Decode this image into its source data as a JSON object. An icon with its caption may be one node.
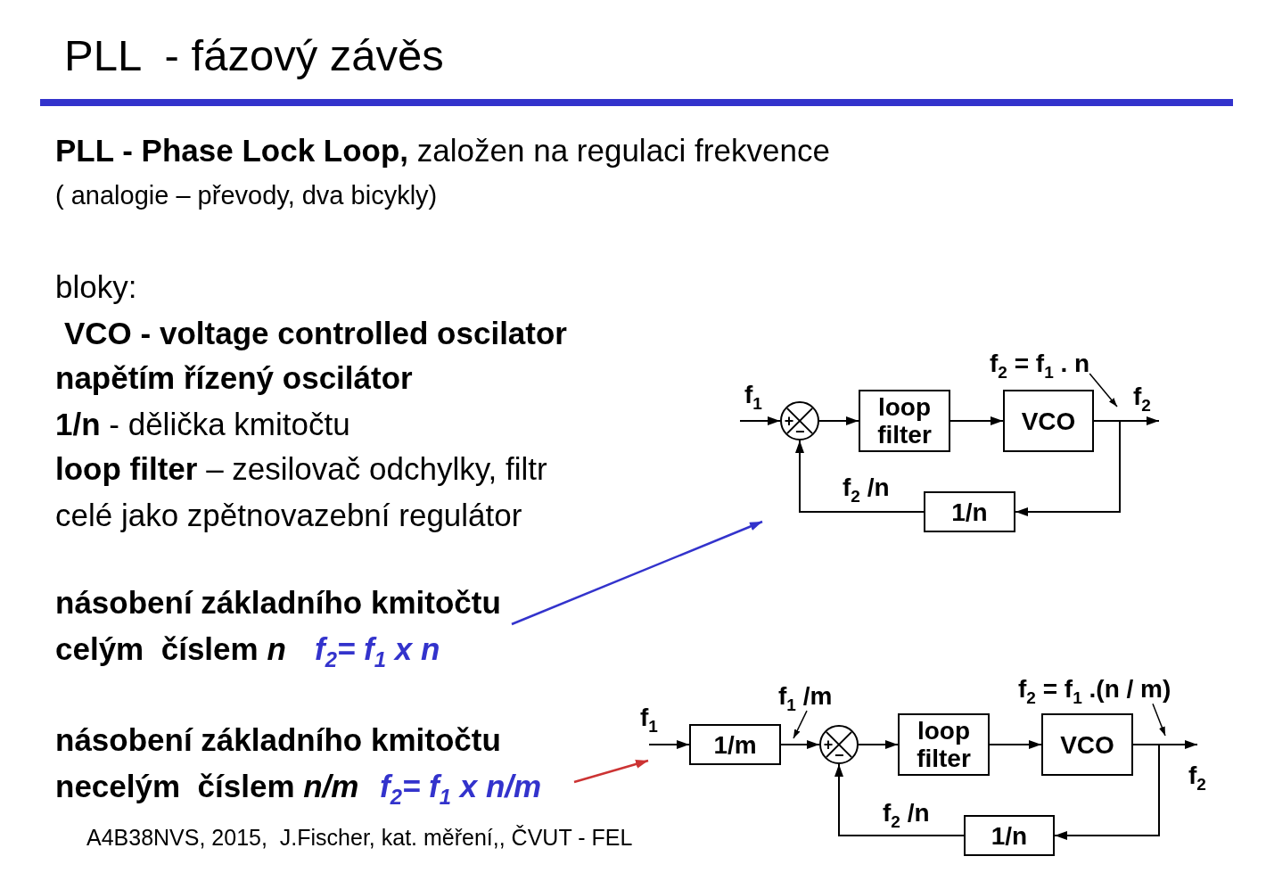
{
  "diagram": {
    "title": "PLL  - fázový závěs",
    "nodes": [
      {
        "text": [
          "+",
          "−"
        ]
      },
      {
        "text": [
          "loop filter"
        ]
      },
      {
        "text": [
          "VCO"
        ]
      },
      {
        "text": [
          "1/n"
        ]
      },
      {
        "text": [
          "f$_{2}$ = f$_{1}$ . n"
        ]
      },
      {
        "text": [
          "1/m"
        ]
      },
      {
        "text": [
          "+",
          "−"
        ]
      },
      {
        "text": [
          "loop filter"
        ]
      },
      {
        "text": [
          "VCO"
        ]
      },
      {
        "text": [
          "1/n"
        ]
      },
      {
        "text": [
          "f$_{1}$ /m"
        ]
      },
      {
        "text": [
          "f$_{2}$ = f$_{1}$ .(n / m)"
        ]
      },
      {
        "text": [
          "násobení základního kmitočtu",
          "celým  číslem *n*",
          "f$_{2}$= f$_{1}$ x n"
        ]
      },
      {
        "text": [
          "násobení základního kmitočtu",
          "necelým  číslem *n/m*",
          "f$_{2}$= f$_{1}$ x n/m"
        ]
      },
      {
        "text": [
          "f$_{2}$"
        ]
      },
      {
        "text": [
          "f$_{2}$"
        ]
      }
    ],
    "edges": [
      {
        "from": null,
        "to": 0,
        "arrow": "to"
      },
      {
        "from": 0,
        "to": 1,
        "arrow": "to"
      },
      {
        "from": 1,
        "to": 2,
        "arrow": "to"
      },
      {
        "from": 2,
        "to": 14,
        "arrow": "to"
      },
      {
        "from": 2,
        "to": 3,
        "arrow": "to"
      },
      {
        "from": 3,
        "to": 0,
        "arrow": "to"
      },
      {
        "from": 4,
        "to": 14,
        "arrow": "to"
      },
      {
        "from": null,
        "to": 5,
        "arrow": "to"
      },
      {
        "from": 5,
        "to": 6,
        "arrow": "to"
      },
      {
        "from": 6,
        "to": 7,
        "arrow": "to"
      },
      {
        "from": 7,
        "to": 8,
        "arrow": "to"
      },
      {
        "from": 8,
        "to": 15,
        "arrow": "to"
      },
      {
        "from": 8,
        "to": 9,
        "arrow": "to"
      },
      {
        "from": 9,
        "to": 6,
        "arrow": "to"
      },
      {
        "from": 10,
        "to": null,
        "arrow": "to"
      },
      {
        "from": 11,
        "to": null,
        "arrow": "to"
      },
      {
        "from": 12,
        "to": null,
        "arrow": "to",
        "color": "#3333cc"
      },
      {
        "from": 13,
        "to": null,
        "arrow": "to",
        "color": "#cc3333"
      }
    ],
    "labels": [
      "**PLL - Phase Lock Loop,** založen na regulaci frekvence",
      "( analogie – převody, dva bicykly)",
      "bloky:",
      "VCO - voltage controlled oscilator",
      "napětím řízený oscilátor",
      "**1/n** - dělička kmitočtu",
      "**loop filter** – zesilovač odchylky, filtr",
      "celé jako zpětnovazební regulátor",
      "f$_{1}$",
      "f$_{2}$ /n",
      "f$_{1}$",
      "f$_{2}$ /n",
      "A4B38NVS, 2015,  J.Fischer, kat. měření,, ČVUT - FEL"
    ]
  }
}
